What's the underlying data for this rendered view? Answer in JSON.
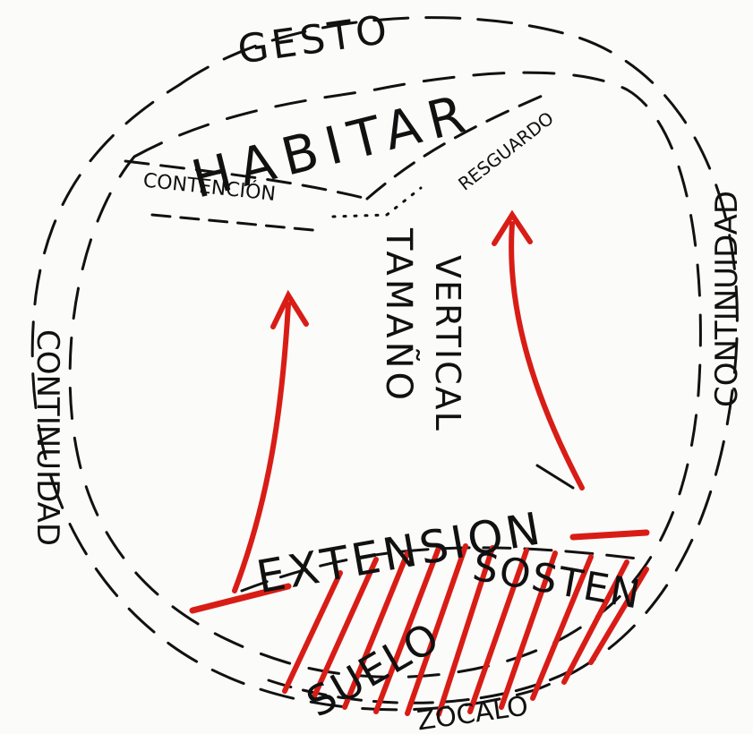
{
  "title": "GESTO",
  "labels": {
    "habitar": "HABITAR",
    "contencion": "CONTENCIÓN",
    "resguardo": "RESGUARDO",
    "tamano": "TAMAÑO",
    "vertical": "VERTICAL",
    "extension": "EXTENSION",
    "suelo": "SUELO",
    "sosten": "SOSTEN",
    "zocalo": "ZOCALO",
    "continuidad_left": "CONTINUIDAD",
    "continuidad_right": "CONTINUIDAD"
  },
  "colors": {
    "ink": "#111111",
    "accent": "#d81d16"
  }
}
